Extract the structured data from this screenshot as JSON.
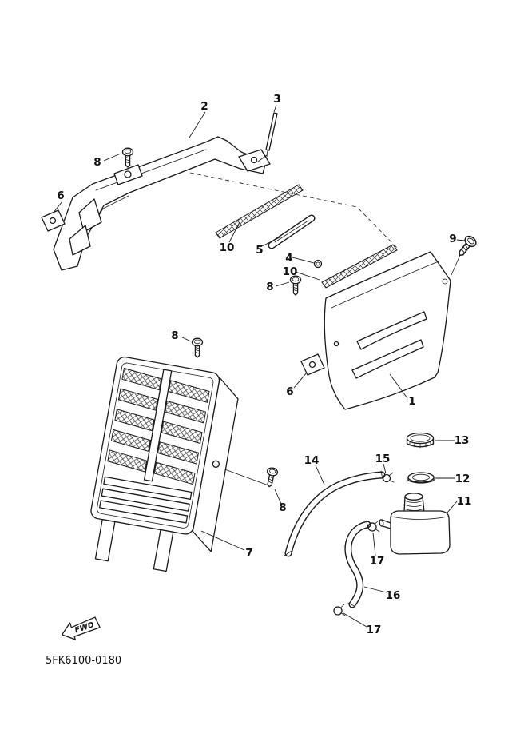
{
  "diagram": {
    "code": "5FK6100-0180",
    "fwd_label": "FWD"
  },
  "colors": {
    "background": "#ffffff",
    "line": "#1a1a1a"
  },
  "part_labels": [
    {
      "part": "2"
    },
    {
      "part": "3"
    },
    {
      "part": "8"
    },
    {
      "part": "6"
    },
    {
      "part": "10"
    },
    {
      "part": "5"
    },
    {
      "part": "4"
    },
    {
      "part": "10"
    },
    {
      "part": "8"
    },
    {
      "part": "9"
    },
    {
      "part": "8"
    },
    {
      "part": "6"
    },
    {
      "part": "1"
    },
    {
      "part": "13"
    },
    {
      "part": "15"
    },
    {
      "part": "14"
    },
    {
      "part": "12"
    },
    {
      "part": "11"
    },
    {
      "part": "8"
    },
    {
      "part": "17"
    },
    {
      "part": "7"
    },
    {
      "part": "16"
    },
    {
      "part": "17"
    }
  ]
}
